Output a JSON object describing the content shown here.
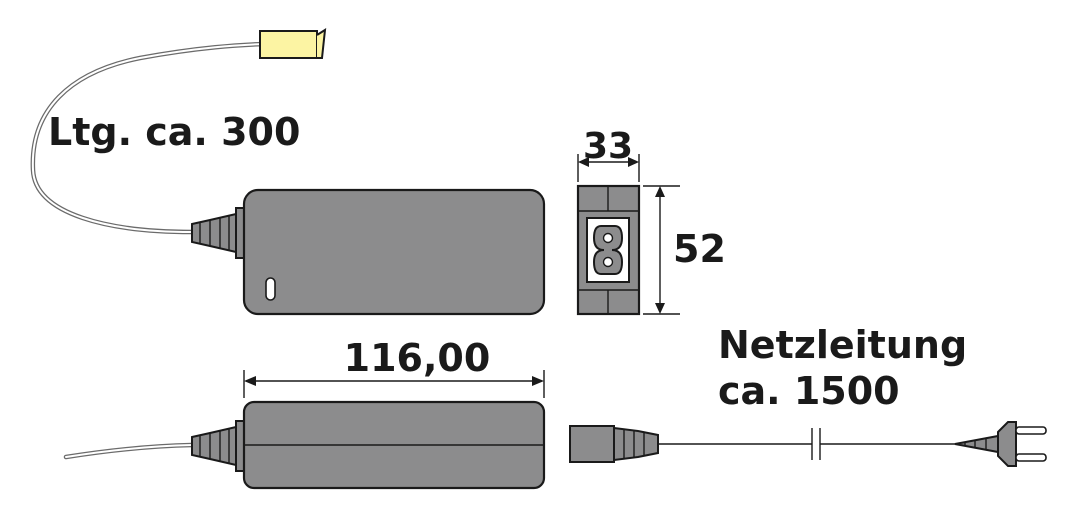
{
  "labels": {
    "secondary_cable": "Ltg. ca. 300",
    "width_dim": "33",
    "height_dim": "52",
    "length_dim": "116,00",
    "mains_cable_line1": "Netzleitung",
    "mains_cable_line2": "ca. 1500"
  },
  "colors": {
    "housing": "#8c8c8d",
    "connector": "#fcf4a3",
    "outline": "#1a1a1a",
    "cable": "#6b6b6b"
  }
}
